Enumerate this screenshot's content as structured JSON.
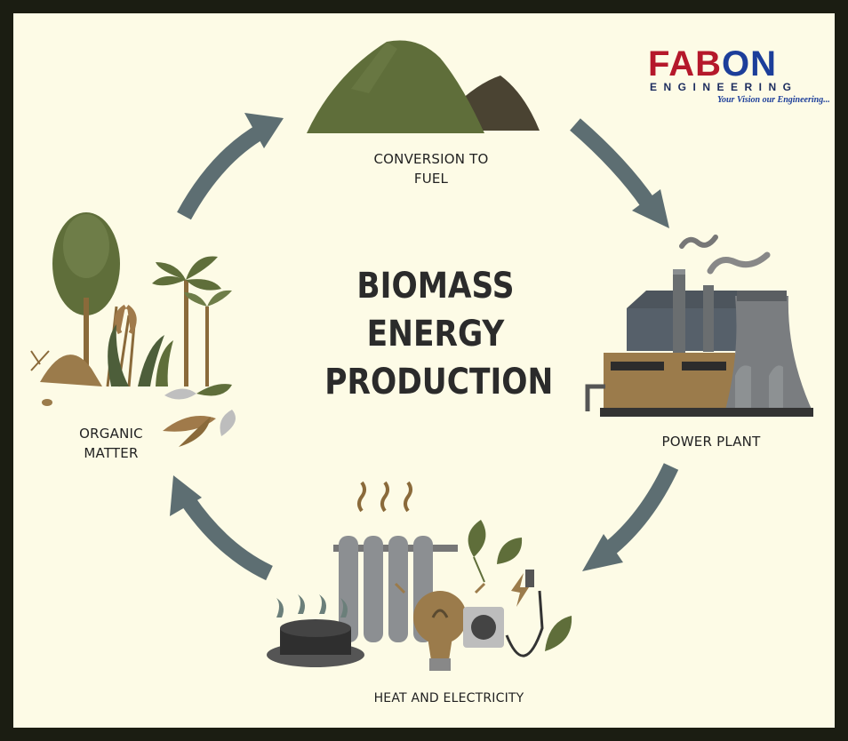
{
  "title": {
    "line1": "BIOMASS",
    "line2": "ENERGY",
    "line3": "PRODUCTION"
  },
  "stages": {
    "conversion": "CONVERSION TO\nFUEL",
    "power_plant": "POWER PLANT",
    "heat": "HEAT AND ELECTRICITY",
    "organic": "ORGANIC\nMATTER"
  },
  "logo": {
    "brand_red": "FAB",
    "brand_blue": "ON",
    "sub": "ENGINEERING",
    "tagline": "Your Vision our Engineering..."
  },
  "colors": {
    "background": "#fdfbe6",
    "frame": "#1b1d12",
    "arrow": "#5d6e72",
    "green_dark": "#5f6e3a",
    "brown": "#9b7b4b",
    "brand_red": "#b5182b",
    "brand_blue": "#1c3e9a"
  },
  "icons": [
    "mountain-icon",
    "factory-icon",
    "radiator-icon",
    "lightbulb-icon",
    "burner-icon",
    "socket-icon",
    "tree-icon",
    "leaf-icon"
  ]
}
